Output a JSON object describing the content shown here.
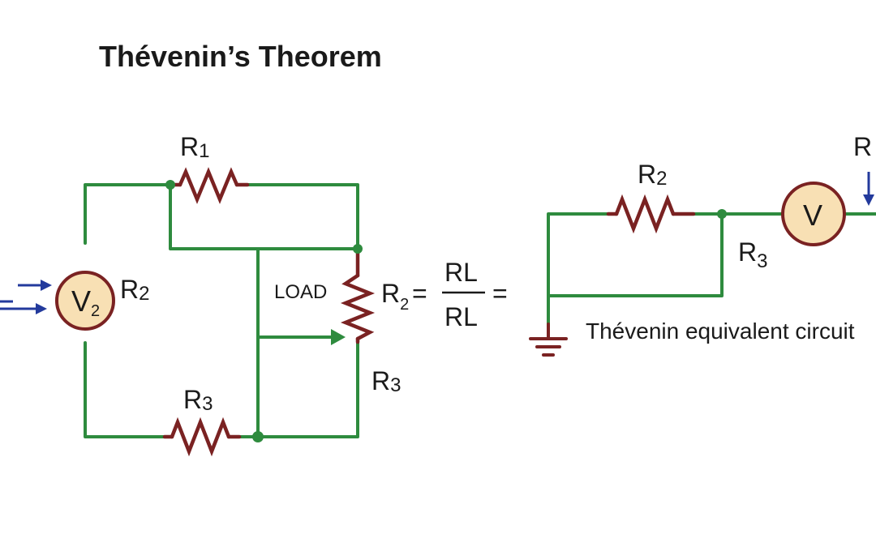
{
  "title": "Thévenin’s Theorem",
  "left_circuit": {
    "r1": {
      "main": "R",
      "sub": "1"
    },
    "r2": {
      "main": "R",
      "sub": "2"
    },
    "r3_bottom": {
      "main": "R",
      "sub": "3"
    },
    "r3_right": {
      "main": "R",
      "sub": "3"
    },
    "source": {
      "main": "V",
      "sub": "2"
    },
    "load_label": "LOAD"
  },
  "equation": {
    "lhs_main": "R",
    "lhs_sub": "2",
    "equals_1": "=",
    "numerator": "RL",
    "denominator": "RL",
    "equals_2": "="
  },
  "right_circuit": {
    "r2": {
      "main": "R",
      "sub": "2"
    },
    "r3": {
      "main": "R",
      "sub": "3"
    },
    "r_partial": "R",
    "meter": "V",
    "caption": "Thévenin equivalent circuit"
  },
  "colors": {
    "wire": "#2e8b3e",
    "resistor": "#7a2222",
    "meter_fill": "#f8e0b4",
    "arrow": "#233a9c",
    "text": "#1a1a1a"
  },
  "icons": [
    "resistor-icon",
    "voltmeter-icon",
    "ground-icon",
    "arrow-icon"
  ]
}
